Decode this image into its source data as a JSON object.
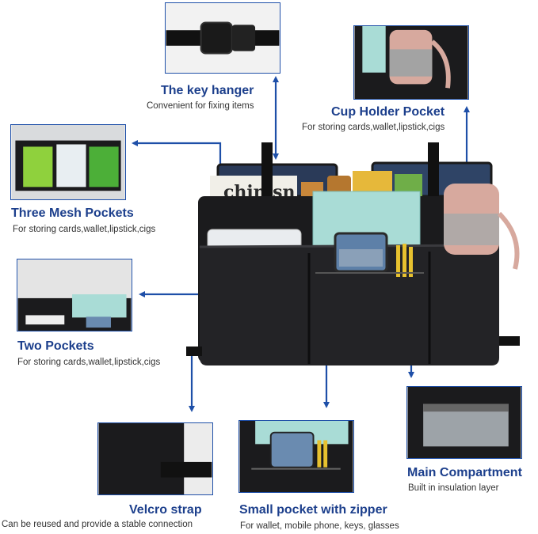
{
  "features": {
    "key_hanger": {
      "title": "The key hanger",
      "desc": "Convenient for fixing items"
    },
    "cup_holder": {
      "title": "Cup Holder Pocket",
      "desc": "For storing cards,wallet,lipstick,cigs"
    },
    "mesh_pockets": {
      "title": "Three Mesh Pockets",
      "desc": "For storing cards,wallet,lipstick,cigs"
    },
    "two_pockets": {
      "title": "Two Pockets",
      "desc": "For storing cards,wallet,lipstick,cigs"
    },
    "velcro": {
      "title": "Velcro strap",
      "desc": "Can be reused and provide a stable connection"
    },
    "zipper_pocket": {
      "title": "Small pocket with zipper",
      "desc": "For wallet, mobile phone, keys, glasses"
    },
    "main_compartment": {
      "title": "Main Compartment",
      "desc": "Built in insulation layer"
    }
  },
  "product": {
    "book_text": "chinisn"
  },
  "colors": {
    "accent": "#1e4fa8",
    "title": "#1c3f8c",
    "bag": "#1b1b1d",
    "cup": "#d7a99e",
    "teal_book": "#a9dcd6"
  }
}
